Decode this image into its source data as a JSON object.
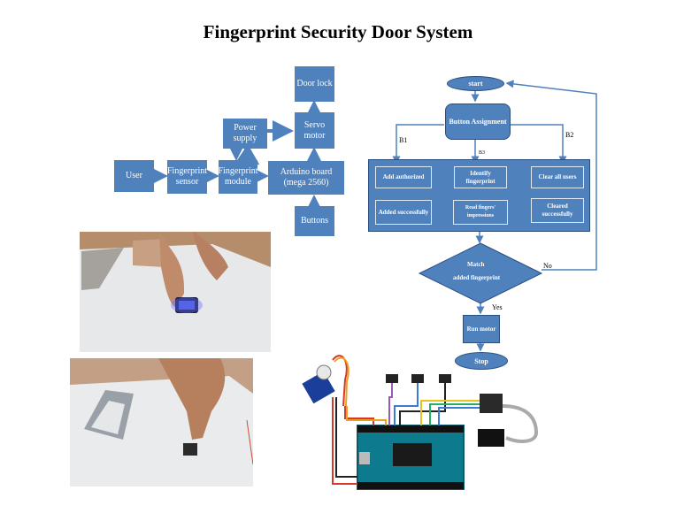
{
  "title": "Fingerprint Security Door System",
  "block_diagram": {
    "user": "User",
    "fingerprint_sensor": "Fingerprint sensor",
    "fingerprint_module": "Fingerprint module",
    "power_supply": "Power supply",
    "arduino": "Arduino board (mega 2560)",
    "servo": "Servo motor",
    "door_lock": "Door lock",
    "buttons": "Buttons",
    "colors": {
      "box": "#4f81bd",
      "arrow": "#4f81bd"
    }
  },
  "flowchart": {
    "start": "start",
    "assignment": "Button Assignment",
    "b1": "B1",
    "b3": "B3",
    "b2": "B2",
    "add_authorized": "Add authorized",
    "added_successfully": "Added successfully",
    "identify": "Identify fingerprint",
    "read_impressions": "Read fingers' impressions",
    "clear_all": "Clear all users",
    "cleared": "Cleared successfully",
    "match": "Match",
    "added_fp": "added fingerprint",
    "no": "No",
    "yes": "Yes",
    "run_motor": "Run motor",
    "stop": "Stop"
  }
}
